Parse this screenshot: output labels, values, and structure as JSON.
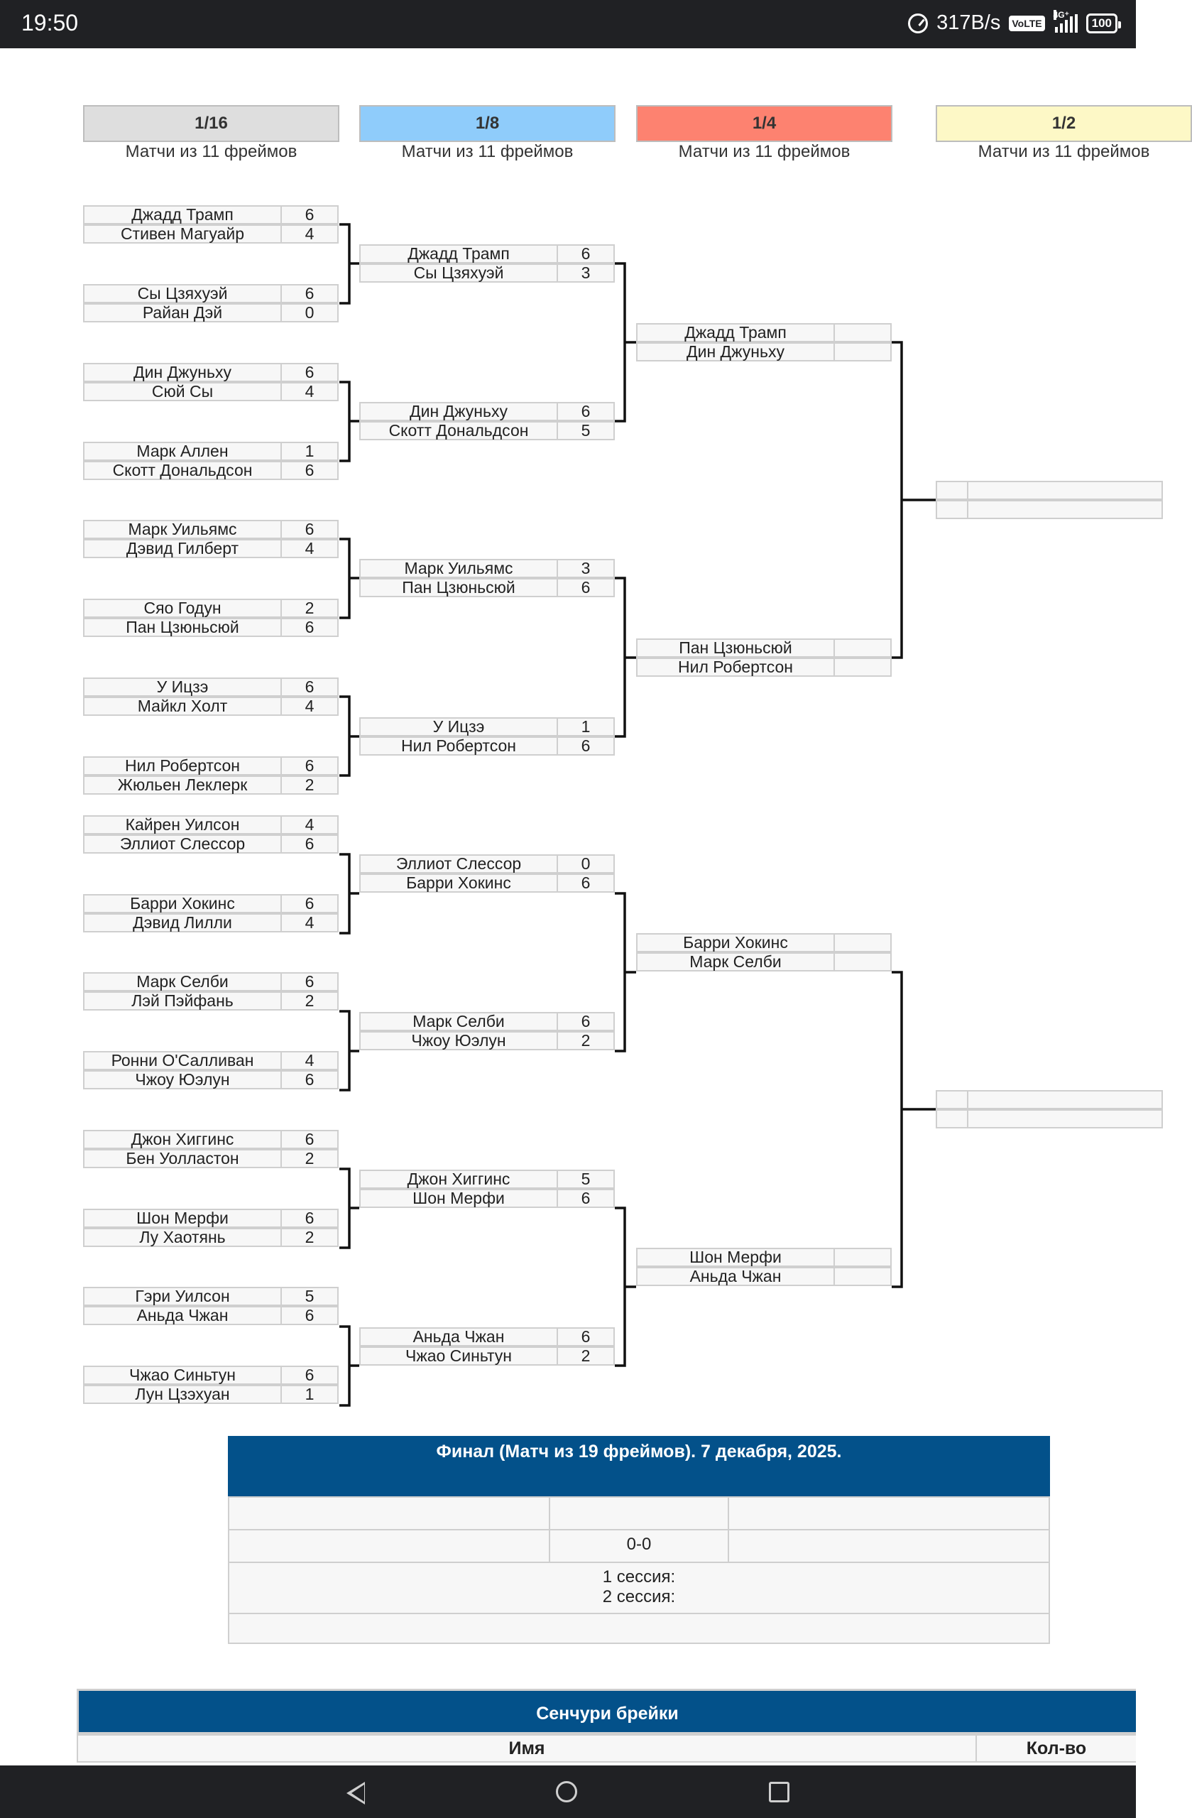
{
  "status_bar": {
    "time": "19:50",
    "speed": "317B/s",
    "volte": "VoLTE",
    "network": "4G⁺",
    "battery": "100"
  },
  "rounds": [
    {
      "label": "1/16",
      "subtitle": "Матчи из 11 фреймов",
      "color": "#dedede"
    },
    {
      "label": "1/8",
      "subtitle": "Матчи из 11 фреймов",
      "color": "#8fccfb"
    },
    {
      "label": "1/4",
      "subtitle": "Матчи из 11 фреймов",
      "color": "#fd8270"
    },
    {
      "label": "1/2",
      "subtitle": "Матчи из 11 фреймов",
      "color": "#fdf8c6"
    }
  ],
  "round_of_32": [
    {
      "p1": "Джадд Трамп",
      "s1": "6",
      "p2": "Стивен Магуайр",
      "s2": "4"
    },
    {
      "p1": "Сы Цзяхуэй",
      "s1": "6",
      "p2": "Райан Дэй",
      "s2": "0"
    },
    {
      "p1": "Дин Джуньху",
      "s1": "6",
      "p2": "Сюй Сы",
      "s2": "4"
    },
    {
      "p1": "Марк Аллен",
      "s1": "1",
      "p2": "Скотт Дональдсон",
      "s2": "6"
    },
    {
      "p1": "Марк Уильямс",
      "s1": "6",
      "p2": "Дэвид Гилберт",
      "s2": "4"
    },
    {
      "p1": "Сяо Годун",
      "s1": "2",
      "p2": "Пан Цзюньсюй",
      "s2": "6"
    },
    {
      "p1": "У Ицзэ",
      "s1": "6",
      "p2": "Майкл Холт",
      "s2": "4"
    },
    {
      "p1": "Нил Робертсон",
      "s1": "6",
      "p2": "Жюльен Леклерк",
      "s2": "2"
    },
    {
      "p1": "Кайрен Уилсон",
      "s1": "4",
      "p2": "Эллиот Слессор",
      "s2": "6"
    },
    {
      "p1": "Барри Хокинс",
      "s1": "6",
      "p2": "Дэвид Лилли",
      "s2": "4"
    },
    {
      "p1": "Марк Селби",
      "s1": "6",
      "p2": "Лэй Пэйфань",
      "s2": "2"
    },
    {
      "p1": "Ронни О'Салливан",
      "s1": "4",
      "p2": "Чжоу Юэлун",
      "s2": "6"
    },
    {
      "p1": "Джон Хиггинс",
      "s1": "6",
      "p2": "Бен Уолластон",
      "s2": "2"
    },
    {
      "p1": "Шон Мерфи",
      "s1": "6",
      "p2": "Лу Хаотянь",
      "s2": "2"
    },
    {
      "p1": "Гэри Уилсон",
      "s1": "5",
      "p2": "Аньда Чжан",
      "s2": "6"
    },
    {
      "p1": "Чжао Синьтун",
      "s1": "6",
      "p2": "Лун Цзэхуан",
      "s2": "1"
    }
  ],
  "round_of_16": [
    {
      "p1": "Джадд Трамп",
      "s1": "6",
      "p2": "Сы Цзяхуэй",
      "s2": "3"
    },
    {
      "p1": "Дин Джуньху",
      "s1": "6",
      "p2": "Скотт Дональдсон",
      "s2": "5"
    },
    {
      "p1": "Марк Уильямс",
      "s1": "3",
      "p2": "Пан Цзюньсюй",
      "s2": "6"
    },
    {
      "p1": "У Ицзэ",
      "s1": "1",
      "p2": "Нил Робертсон",
      "s2": "6"
    },
    {
      "p1": "Эллиот Слессор",
      "s1": "0",
      "p2": "Барри Хокинс",
      "s2": "6"
    },
    {
      "p1": "Марк Селби",
      "s1": "6",
      "p2": "Чжоу Юэлун",
      "s2": "2"
    },
    {
      "p1": "Джон Хиггинс",
      "s1": "5",
      "p2": "Шон Мерфи",
      "s2": "6"
    },
    {
      "p1": "Аньда Чжан",
      "s1": "6",
      "p2": "Чжао Синьтун",
      "s2": "2"
    }
  ],
  "quarterfinals": [
    {
      "p1": "Джадд Трамп",
      "s1": "",
      "p2": "Дин Джуньху",
      "s2": ""
    },
    {
      "p1": "Пан Цзюньсюй",
      "s1": "",
      "p2": "Нил Робертсон",
      "s2": ""
    },
    {
      "p1": "Барри Хокинс",
      "s1": "",
      "p2": "Марк Селби",
      "s2": ""
    },
    {
      "p1": "Шон Мерфи",
      "s1": "",
      "p2": "Аньда Чжан",
      "s2": ""
    }
  ],
  "semifinals": [
    {
      "p1": "",
      "s1": "",
      "p2": "",
      "s2": ""
    },
    {
      "p1": "",
      "s1": "",
      "p2": "",
      "s2": ""
    }
  ],
  "final": {
    "title": "Финал (Матч из 19 фреймов). 7 декабря, 2025.",
    "player1": "",
    "player2": "",
    "score": "0-0",
    "session1": "1 сессия:",
    "session2": "2 сессия:",
    "footer": ""
  },
  "centuries": {
    "title": "Сенчури брейки",
    "col_name": "Имя",
    "col_count": "Кол-во"
  }
}
